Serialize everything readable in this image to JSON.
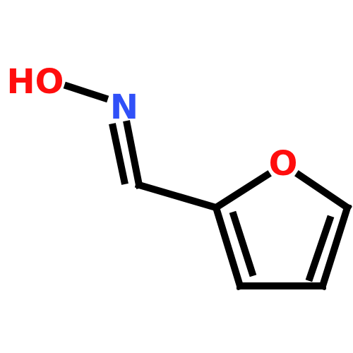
{
  "atoms": {
    "hydroxyl": {
      "label": "HO",
      "color": "#ff0d0d"
    },
    "nitrogen": {
      "label": "N",
      "color": "#3050f8"
    },
    "ring_oxygen": {
      "label": "O",
      "color": "#ff0d0d"
    }
  },
  "bond_color": "#000000"
}
